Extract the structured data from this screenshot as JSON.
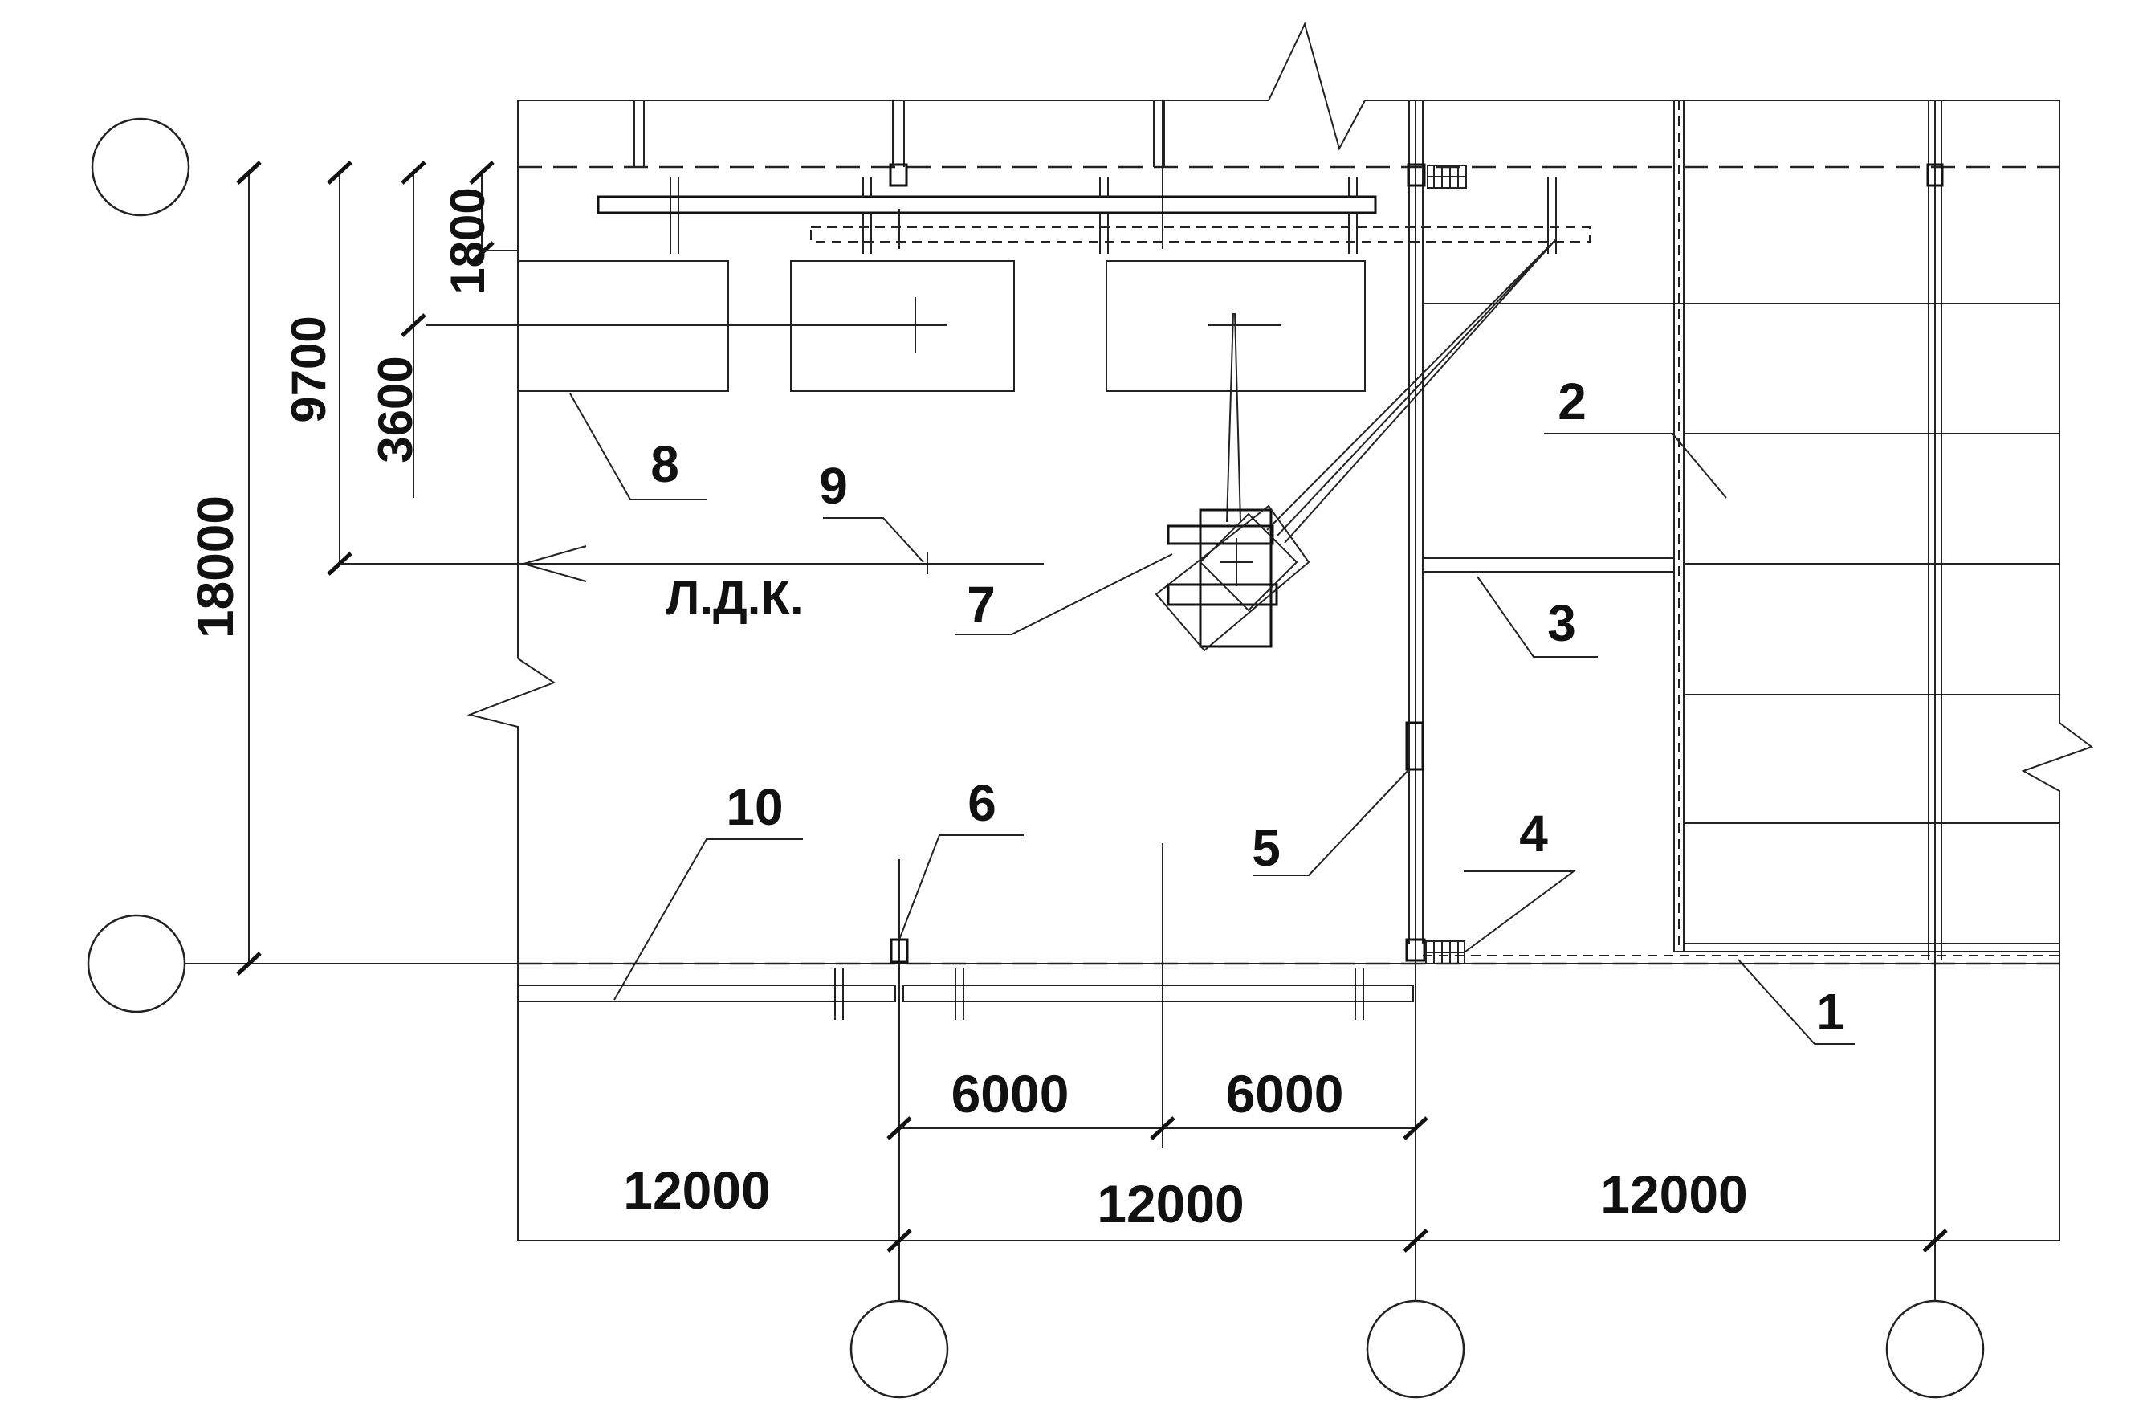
{
  "callouts": {
    "c1": "1",
    "c2": "2",
    "c3": "3",
    "c4": "4",
    "c5": "5",
    "c6": "6",
    "c7": "7",
    "c8": "8",
    "c9": "9",
    "c10": "10"
  },
  "vertical_dimensions": {
    "total": "18000",
    "mid": "9700",
    "inner": "3600",
    "top": "1800"
  },
  "horizontal_dimensions": {
    "span_left": "12000",
    "span_middle": "12000",
    "span_right": "12000",
    "half_left": "6000",
    "half_right": "6000"
  },
  "labels": {
    "crane_axis": "Л.Д.К."
  }
}
